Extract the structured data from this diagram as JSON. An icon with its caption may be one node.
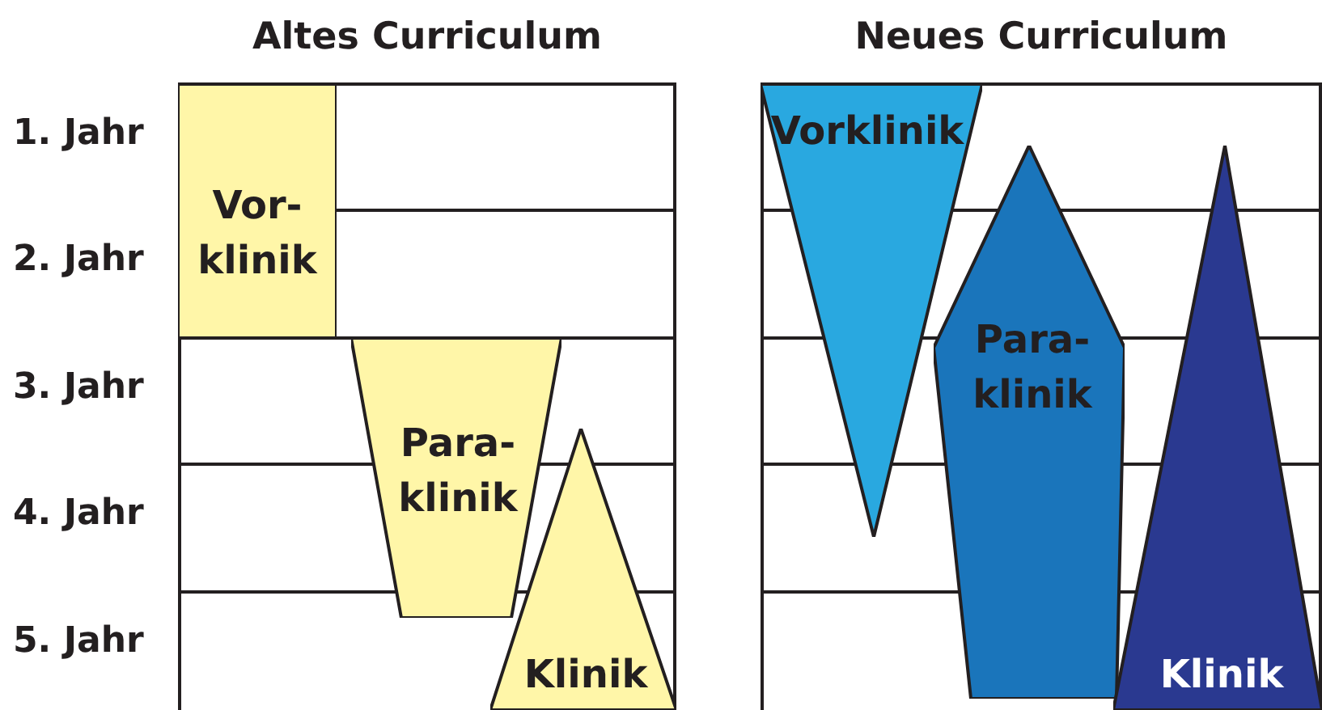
{
  "diagram": {
    "nodes": [
      {
        "text": [
          "Altes Curriculum"
        ]
      },
      {
        "text": [
          "Vor- klinik"
        ],
        "in": 0
      },
      {
        "text": [
          "Para- klinik"
        ],
        "in": 0
      },
      {
        "text": [
          "Klinik"
        ],
        "in": 0
      },
      {
        "text": [
          "Neues Curriculum"
        ]
      },
      {
        "text": [
          "Vorklinik"
        ],
        "in": 4
      },
      {
        "text": [
          "Para- klinik"
        ],
        "in": 4
      },
      {
        "text": [
          "Klinik"
        ],
        "in": 4
      }
    ],
    "edges": [],
    "labels": [
      "1. Jahr",
      "2. Jahr",
      "3. Jahr",
      "4. Jahr",
      "5. Jahr"
    ]
  }
}
